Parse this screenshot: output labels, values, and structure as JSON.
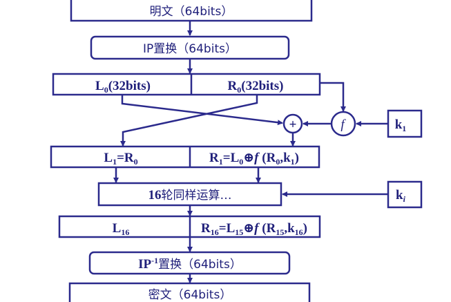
{
  "diagram": {
    "title": "DES encryption flow",
    "colors": {
      "stroke": "#2b2a8c",
      "text": "#1f1f7a",
      "background": "#ffffff"
    },
    "plaintext": {
      "label": "明文（64bits）"
    },
    "ip": {
      "label": "IP置换（64bits）"
    },
    "round0": {
      "left": {
        "main": "L",
        "sub": "0",
        "rest": "(32bits)"
      },
      "right": {
        "main": "R",
        "sub": "0",
        "rest": "(32bits)"
      }
    },
    "f_function": {
      "symbol": "f"
    },
    "xor": {
      "symbol": "+"
    },
    "k1": {
      "main": "k",
      "sub": "1"
    },
    "ki": {
      "main": "k",
      "sub": "i"
    },
    "round1": {
      "left": {
        "a": "L",
        "a_sub": "1",
        "eq": "=R",
        "b_sub": "0"
      },
      "right": {
        "a": "R",
        "a_sub": "1",
        "eq": "=L",
        "b_sub": "0",
        "f": "f",
        "args_open": " (R",
        "args_sub": "0",
        "args_mid": ",k",
        "args_sub2": "1",
        "args_close": ")"
      }
    },
    "rounds": {
      "prefix": "16",
      "label": "轮同样运算…"
    },
    "round16": {
      "left": {
        "a": "L",
        "a_sub": "16"
      },
      "right": {
        "a": "R",
        "a_sub": "16",
        "eq": "=L",
        "b_sub": "15",
        "f": "f",
        "args_open": " (R",
        "args_sub": "15",
        "args_mid": ",k",
        "args_sub2": "16",
        "args_close": ")"
      }
    },
    "ip_inverse": {
      "main": "IP",
      "sup": "-1",
      "label": "置换（64bits）"
    },
    "ciphertext": {
      "label": "密文（64bits）"
    }
  }
}
